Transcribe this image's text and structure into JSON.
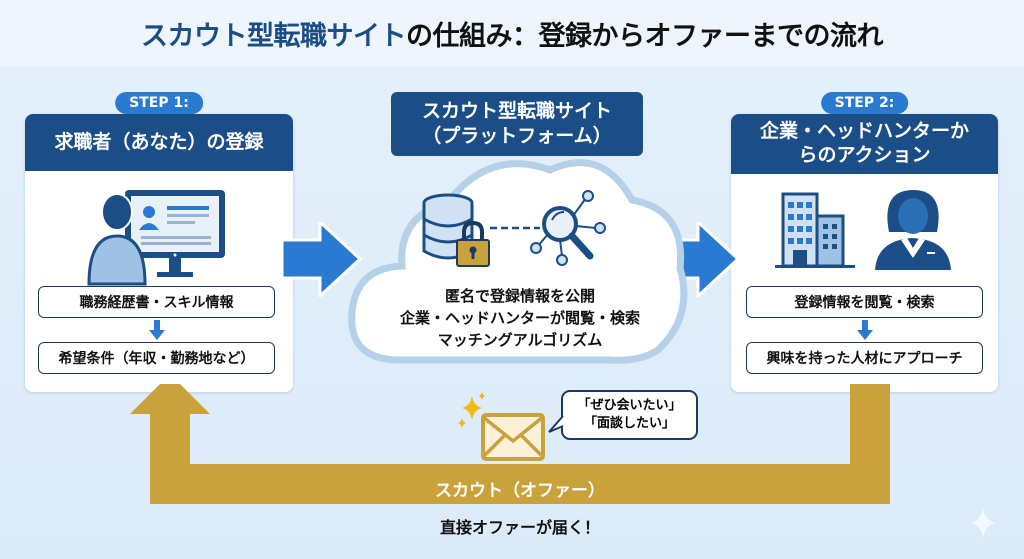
{
  "title": {
    "accent": "スカウト型転職サイト",
    "rest": "の仕組み：登録からオファーまでの流れ"
  },
  "colors": {
    "navy": "#1b4d86",
    "blue": "#2a7ad1",
    "gold": "#c9a23b",
    "background": "#dfeefb"
  },
  "step1": {
    "badge": "STEP 1:",
    "heading": "求職者（あなた）の登録",
    "icon": "person-at-computer-icon",
    "items": [
      "職務経歴書・スキル情報",
      "希望条件（年収・勤務地など）"
    ]
  },
  "platform": {
    "heading_line1": "スカウト型転職サイト",
    "heading_line2": "（プラットフォーム）",
    "icons": [
      "database-icon",
      "lock-icon",
      "magnifier-network-icon"
    ],
    "lines": [
      "匿名で登録情報を公開",
      "企業・ヘッドハンターが閲覧・検索",
      "マッチングアルゴリズム"
    ]
  },
  "step2": {
    "badge": "STEP 2:",
    "heading_line1": "企業・ヘッドハンターか",
    "heading_line2": "らのアクション",
    "icons": [
      "office-building-icon",
      "headhunter-person-icon"
    ],
    "items": [
      "登録情報を閲覧・検索",
      "興味を持った人材にアプローチ"
    ]
  },
  "scout": {
    "bubble_line1": "「ぜひ会いたい」",
    "bubble_line2": "「面談したい」",
    "arrow_label": "スカウト（オファー）",
    "caption": "直接オファーが届く！"
  }
}
